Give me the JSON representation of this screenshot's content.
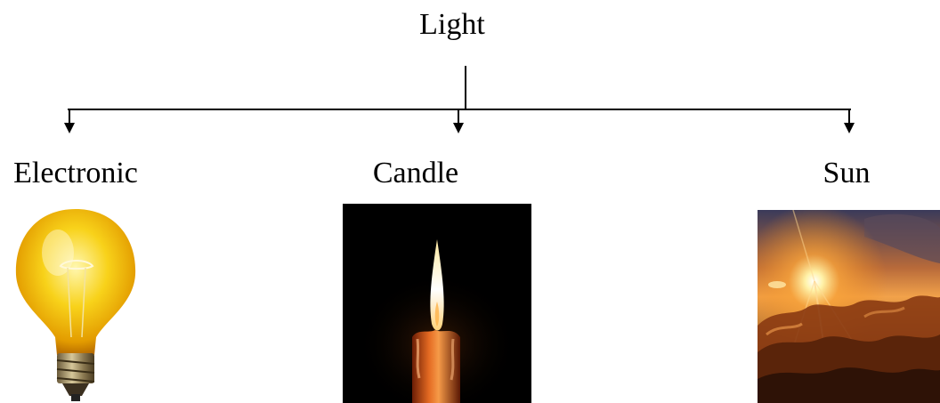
{
  "diagram": {
    "root_label": "Light",
    "branches": [
      {
        "label": "Electronic",
        "image_icon": "light-bulb"
      },
      {
        "label": "Candle",
        "image_icon": "candle-flame"
      },
      {
        "label": "Sun",
        "image_icon": "sunset-clouds"
      }
    ]
  },
  "colors": {
    "line": "#000000",
    "text": "#000000",
    "bulb_glow": "#f6c400",
    "candle_flame": "#fff4c8",
    "sun_orange": "#f08a1c"
  }
}
